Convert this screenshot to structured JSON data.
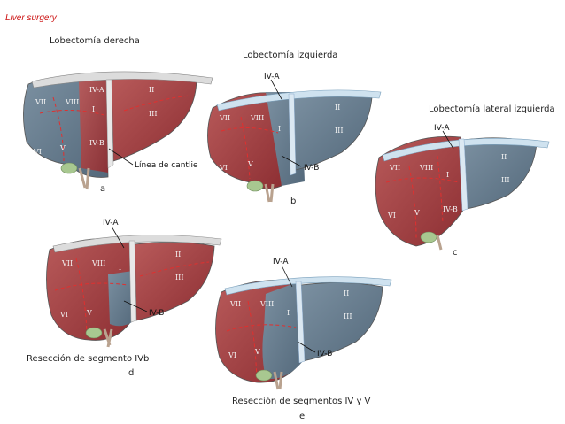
{
  "corner_label": "Liver surgery",
  "colors": {
    "resected_red": "#9e3b3d",
    "remnant_blue": "#5f7688",
    "ligament_light": "#dcdcdc",
    "gallbladder": "#a8c890",
    "vessel": "#b9a28f",
    "dashed_line": "#e0302f"
  },
  "panels": [
    {
      "title": "Lobectomía derecha",
      "letter": "a",
      "annotation": "Línea de cantlie",
      "segments": [
        "VII",
        "VIII",
        "IV-A",
        "I",
        "IV-B",
        "VI",
        "V",
        "II",
        "III"
      ]
    },
    {
      "title": "Lobectomía izquierda",
      "letter": "b",
      "annotations": [
        "IV-A",
        "IV-B"
      ],
      "segments": [
        "VII",
        "VIII",
        "I",
        "VI",
        "V",
        "II",
        "III"
      ]
    },
    {
      "title": "Lobectomía lateral izquierda",
      "letter": "c",
      "annotations": [
        "IV-A"
      ],
      "segments": [
        "VII",
        "VIII",
        "I",
        "VI",
        "V",
        "IV-B",
        "II",
        "III"
      ]
    },
    {
      "title": "Resección de segmento IVb",
      "letter": "d",
      "annotations": [
        "IV-A",
        "IV-B"
      ],
      "segments": [
        "VII",
        "VIII",
        "I",
        "VI",
        "V",
        "II",
        "III"
      ]
    },
    {
      "title": "Resección de segmentos IV y V",
      "letter": "e",
      "annotations": [
        "IV-A",
        "IV-B"
      ],
      "segments": [
        "VII",
        "VIII",
        "I",
        "VI",
        "V",
        "II",
        "III"
      ]
    }
  ]
}
